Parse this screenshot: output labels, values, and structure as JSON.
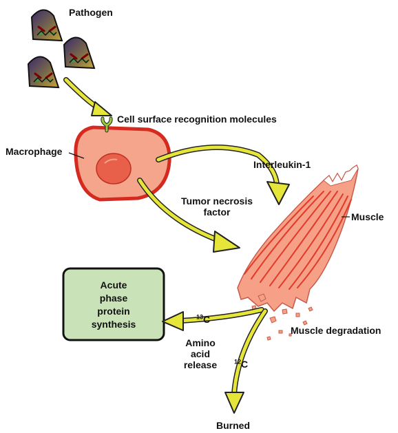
{
  "labels": {
    "pathogen": "Pathogen",
    "cell_surface": "Cell  surface  recognition  molecules",
    "macrophage": "Macrophage",
    "interleukin": "Interleukin-1",
    "tnf_line1": "Tumor  necrosis",
    "tnf_line2": "factor",
    "muscle": "Muscle",
    "box_line1": "Acute",
    "box_line2": "phase",
    "box_line3": "protein",
    "box_line4": "synthesis",
    "c13_sup": "13",
    "c13_base": "C",
    "amino_line1": "Amino",
    "amino_line2": "acid",
    "amino_line3": "release",
    "c12_sup": "12",
    "c12_base": "C",
    "muscle_degradation": "Muscle  degradation",
    "burned": "Burned"
  },
  "colors": {
    "arrow_fill": "#e6e63a",
    "arrow_stroke": "#222222",
    "macrophage_fill": "#f4a58c",
    "macrophage_border": "#d42a20",
    "nucleus": "#e8604a",
    "muscle_fill": "#f6a088",
    "muscle_fibers": "#e23a28",
    "box_fill": "#c9e2b8",
    "receptor": "#9ccc3a",
    "pathogen_dark": "#3b2a6a",
    "pathogen_gold": "#c8a63a",
    "pathogen_teeth": "#3aa040"
  }
}
